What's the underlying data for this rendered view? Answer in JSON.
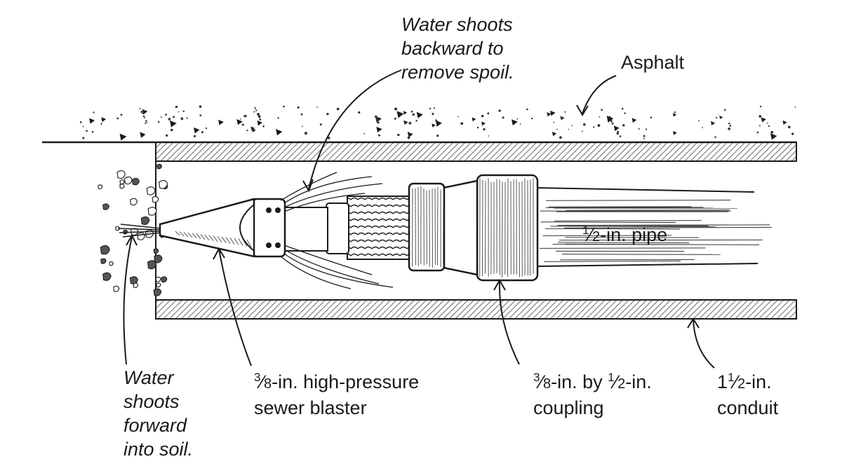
{
  "labels": {
    "backward": [
      "Water shoots",
      "backward to",
      "remove spoil."
    ],
    "asphalt": "Asphalt",
    "pipe": {
      "num": "1",
      "den": "2",
      "text": "-in. pipe"
    },
    "forward": [
      "Water",
      "shoots",
      "forward",
      "into soil."
    ],
    "blaster": {
      "num": "3",
      "den": "8",
      "line1": "-in. high-pressure",
      "line2": "sewer blaster"
    },
    "coupling": {
      "num1": "3",
      "den1": "8",
      "mid": "-in. by ",
      "num2": "1",
      "den2": "2",
      "end": "-in.",
      "line2": "coupling"
    },
    "conduit": {
      "whole": "1",
      "num": "1",
      "den": "2",
      "end": "-in.",
      "line2": "conduit"
    }
  },
  "colors": {
    "ink": "#1a1a1a",
    "hatch": "#555555",
    "paper": "#ffffff"
  }
}
